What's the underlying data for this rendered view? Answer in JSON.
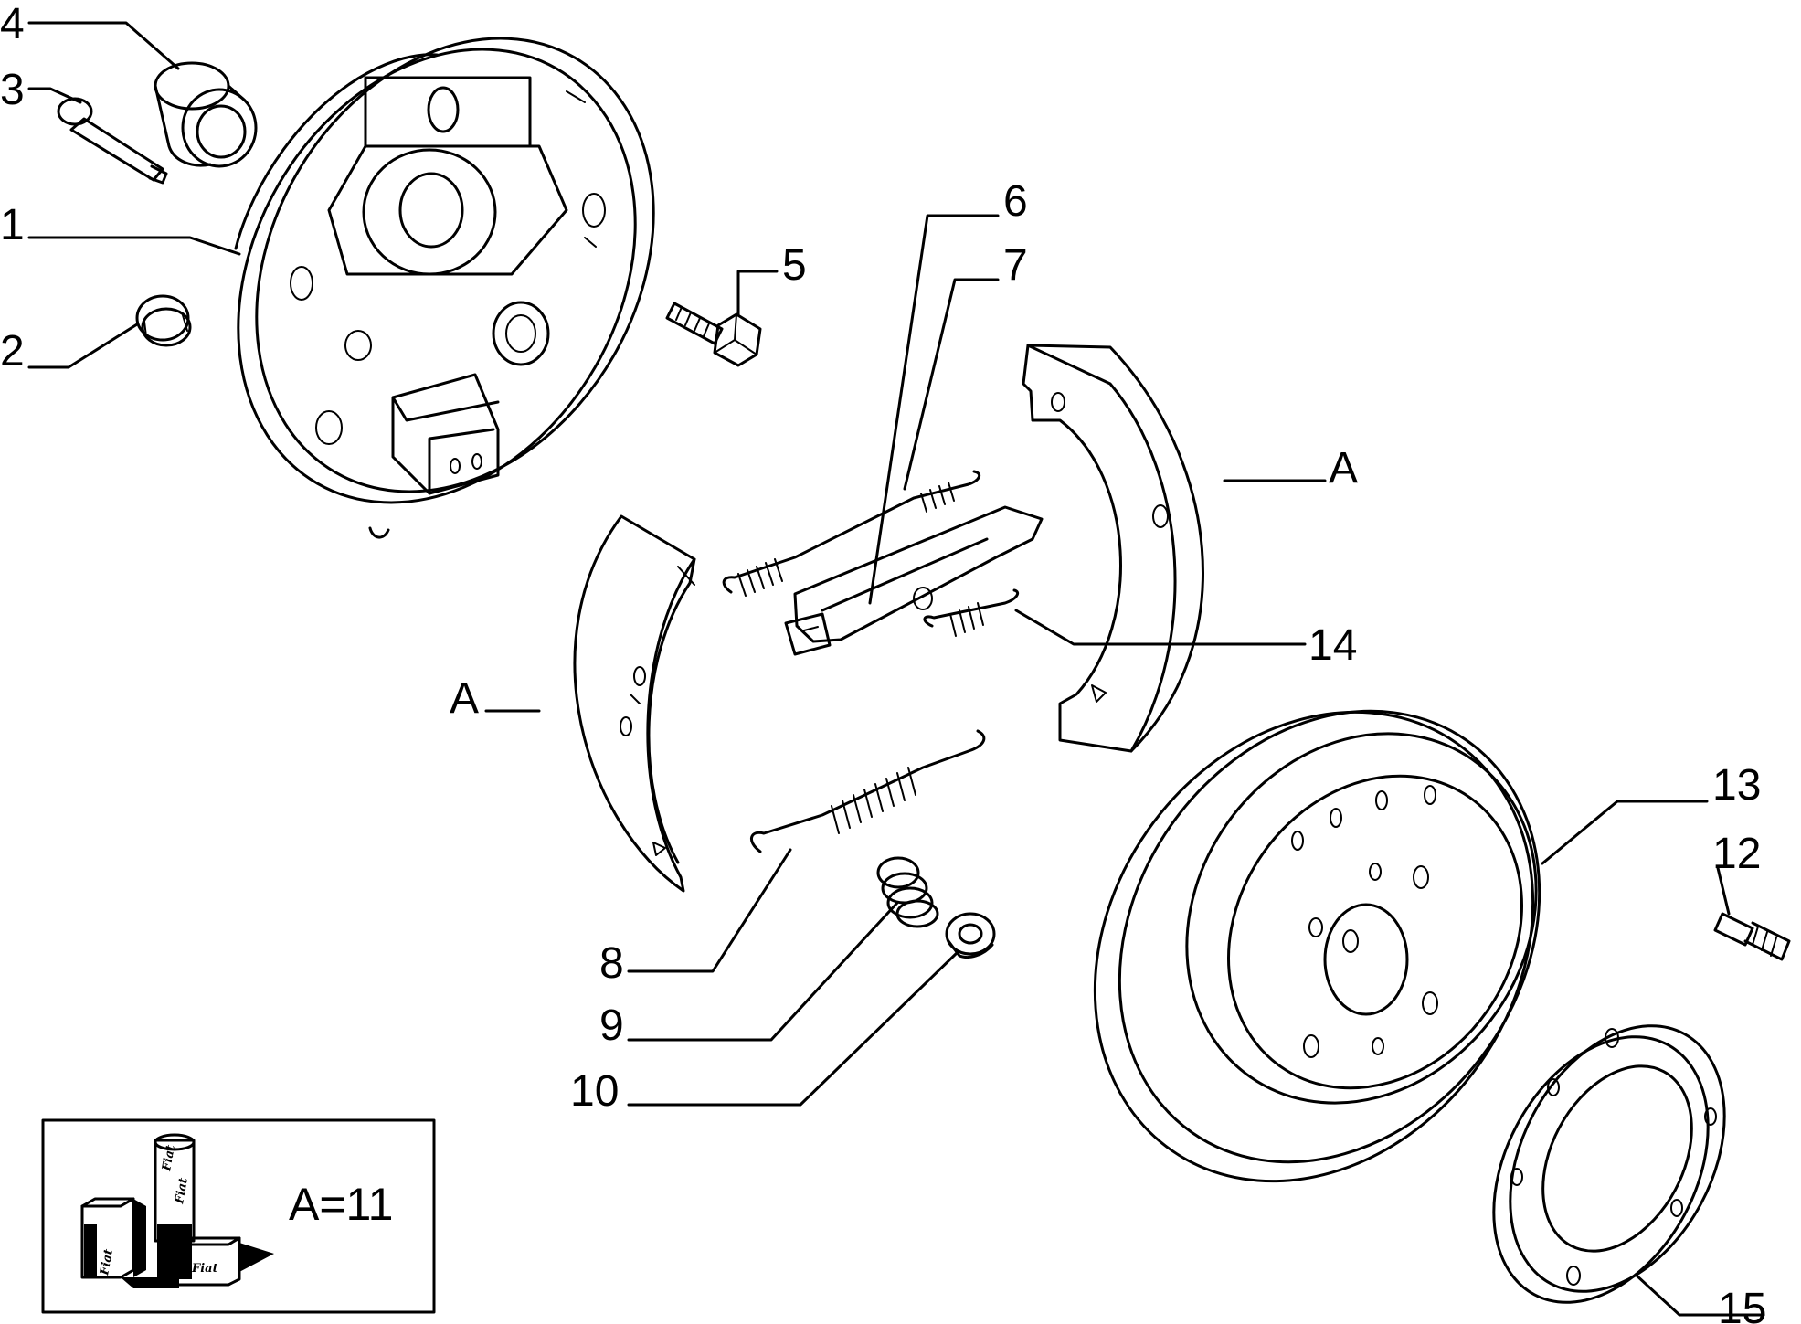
{
  "diagram": {
    "type": "exploded-parts-view",
    "accent_color": "#000000",
    "background_color": "#ffffff",
    "callouts": [
      {
        "id": "1",
        "label": "1"
      },
      {
        "id": "2",
        "label": "2"
      },
      {
        "id": "3",
        "label": "3"
      },
      {
        "id": "4",
        "label": "4"
      },
      {
        "id": "5",
        "label": "5"
      },
      {
        "id": "6",
        "label": "6"
      },
      {
        "id": "7",
        "label": "7"
      },
      {
        "id": "8",
        "label": "8"
      },
      {
        "id": "9",
        "label": "9"
      },
      {
        "id": "10",
        "label": "10"
      },
      {
        "id": "12",
        "label": "12"
      },
      {
        "id": "13",
        "label": "13"
      },
      {
        "id": "14",
        "label": "14"
      },
      {
        "id": "15",
        "label": "15"
      },
      {
        "id": "A-left",
        "label": "A"
      },
      {
        "id": "A-right",
        "label": "A"
      }
    ],
    "legend": {
      "text": "A=11",
      "logo_texts": [
        "Fiat",
        "Fiat",
        "Fiat",
        "Fiat"
      ]
    }
  }
}
